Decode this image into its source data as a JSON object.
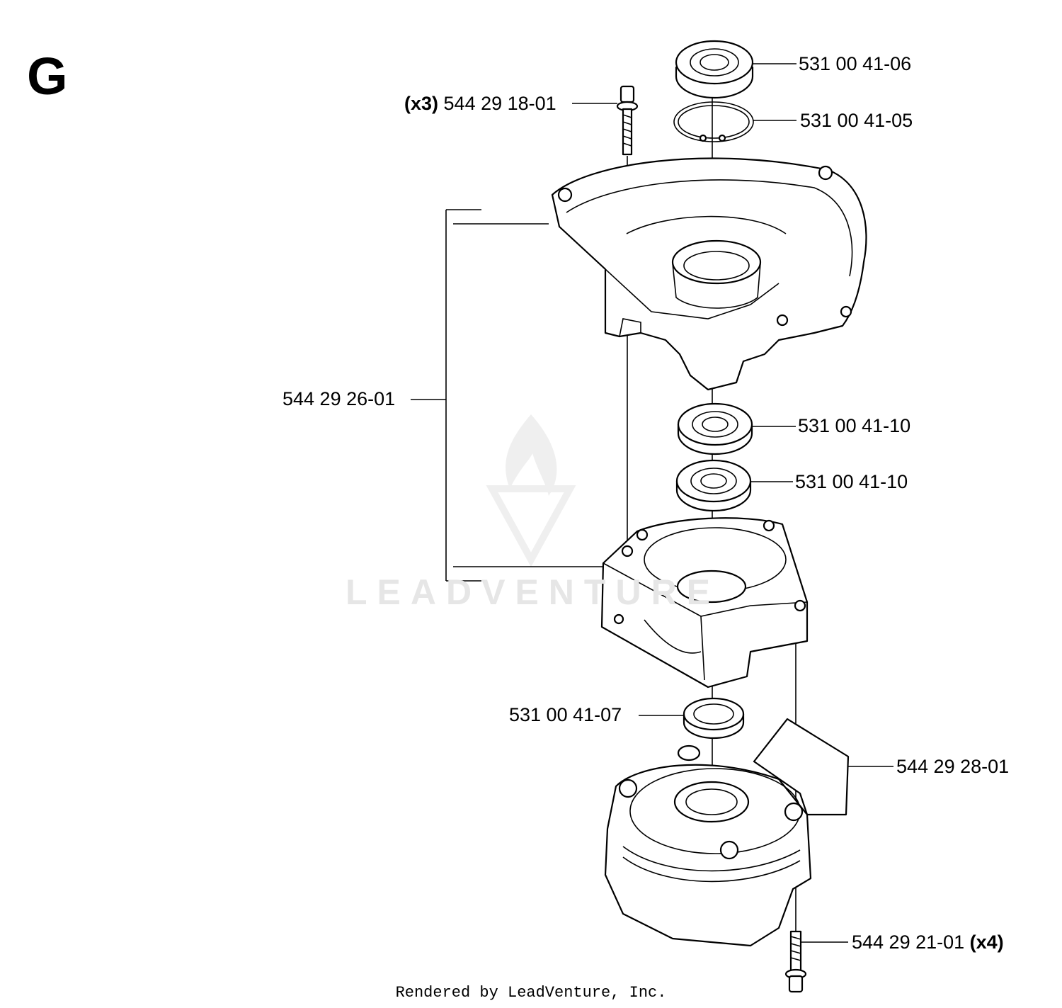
{
  "section_letter": "G",
  "watermark": "LEADVENTURE",
  "footer": "Rendered by LeadVenture, Inc.",
  "parts": [
    {
      "qty": "",
      "number": "531 00 41-06"
    },
    {
      "qty": "",
      "number": "531 00 41-05"
    },
    {
      "qty": "(x3)",
      "number": "544 29 18-01"
    },
    {
      "qty": "",
      "number": "544 29 26-01"
    },
    {
      "qty": "",
      "number": "531 00 41-10"
    },
    {
      "qty": "",
      "number": "531 00 41-10"
    },
    {
      "qty": "",
      "number": "531 00 41-07"
    },
    {
      "qty": "",
      "number": "544 29 28-01"
    },
    {
      "qty": "(x4)",
      "number": "544 29 21-01"
    }
  ]
}
